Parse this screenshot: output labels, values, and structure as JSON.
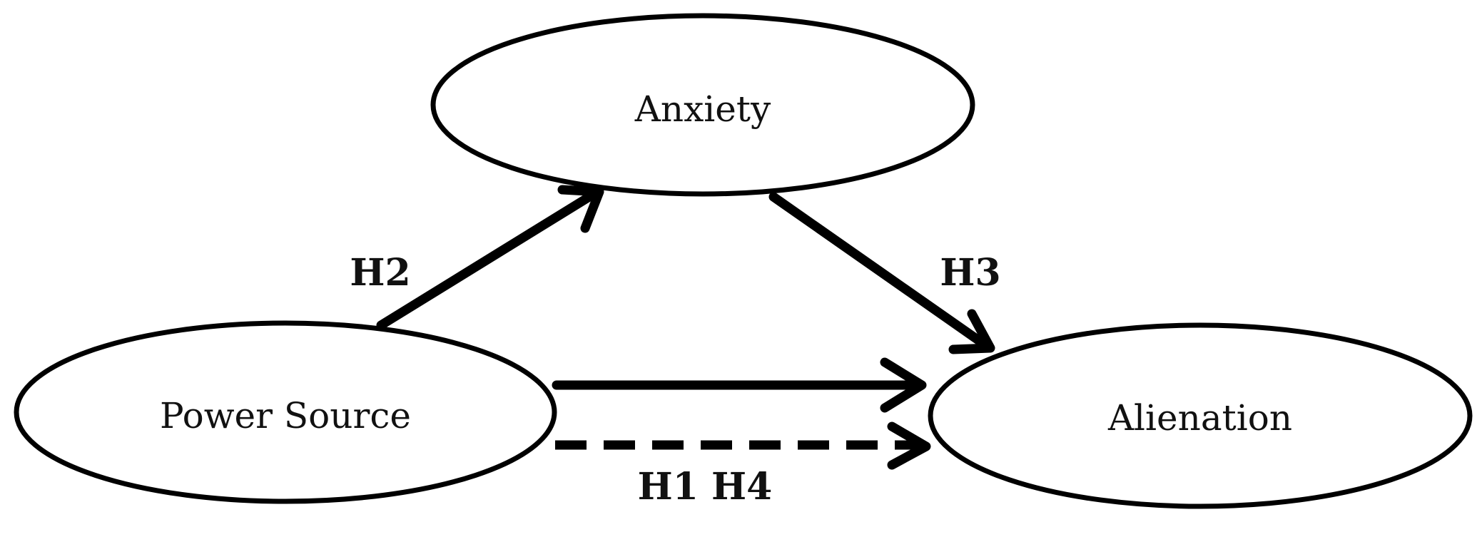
{
  "diagram": {
    "nodes": {
      "anxiety": {
        "label": "Anxiety"
      },
      "power_source": {
        "label": "Power Source"
      },
      "alienation": {
        "label": "Alienation"
      }
    },
    "edges": {
      "h2": {
        "from": "Power Source",
        "to": "Anxiety",
        "label": "H2",
        "style": "solid"
      },
      "h3": {
        "from": "Anxiety",
        "to": "Alienation",
        "label": "H3",
        "style": "solid"
      },
      "direct": {
        "from": "Power Source",
        "to": "Alienation",
        "label": "",
        "style": "solid"
      },
      "h1h4": {
        "from": "Power Source",
        "to": "Alienation",
        "label": "H1 H4",
        "style": "dashed"
      }
    },
    "colors": {
      "stroke": "#000000",
      "background": "#ffffff"
    }
  }
}
